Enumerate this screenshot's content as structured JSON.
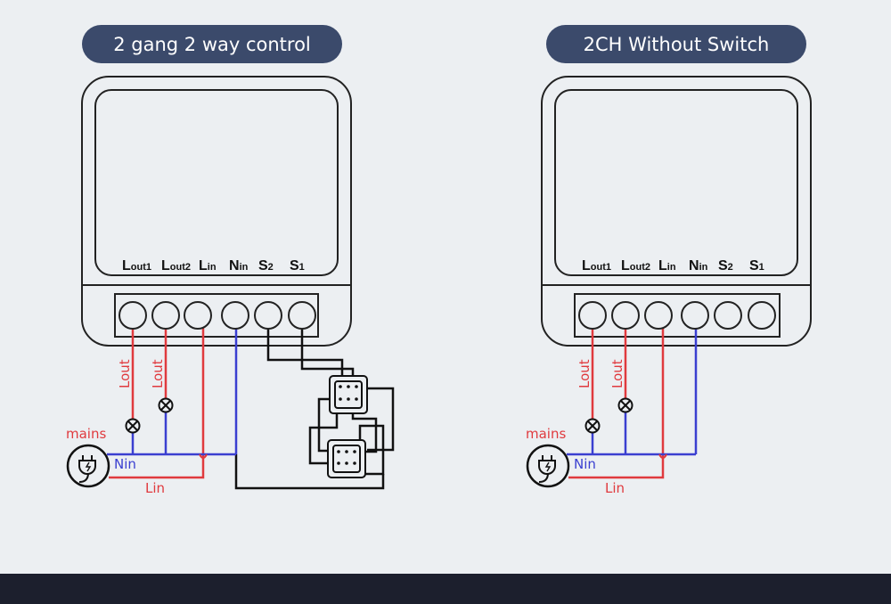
{
  "diagrams": [
    {
      "title": "2 gang 2 way control",
      "terminals": [
        {
          "main": "L",
          "sub": "out1"
        },
        {
          "main": "L",
          "sub": "out2"
        },
        {
          "main": "L",
          "sub": "in"
        },
        {
          "main": "N",
          "sub": "in"
        },
        {
          "main": "S",
          "sub": "2"
        },
        {
          "main": "S",
          "sub": "1"
        }
      ],
      "wire_labels": {
        "lout_a": "Lout",
        "lout_b": "Lout",
        "mains": "mains",
        "nin": "Nin",
        "lin": "Lin"
      }
    },
    {
      "title": "2CH Without Switch",
      "terminals": [
        {
          "main": "L",
          "sub": "out1"
        },
        {
          "main": "L",
          "sub": "out2"
        },
        {
          "main": "L",
          "sub": "in"
        },
        {
          "main": "N",
          "sub": "in"
        },
        {
          "main": "S",
          "sub": "2"
        },
        {
          "main": "S",
          "sub": "1"
        }
      ],
      "wire_labels": {
        "lout_a": "Lout",
        "lout_b": "Lout",
        "mains": "mains",
        "nin": "Nin",
        "lin": "Lin"
      }
    }
  ],
  "colors": {
    "live": "#e03a3e",
    "neutral": "#3a3fd0",
    "switch_wire": "#111111",
    "title_pill": "#3b4a6b",
    "background": "#eceff2",
    "footer": "#1c1f2d"
  },
  "icons": [
    "lamp-icon",
    "plug-icon",
    "switch-icon"
  ]
}
